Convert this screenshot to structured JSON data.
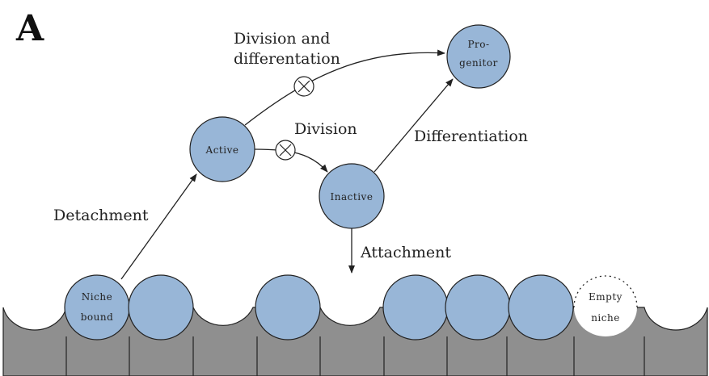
{
  "panel_label": "A",
  "colors": {
    "cell_fill": "#98b6d7",
    "niche_fill": "#8f8f8f",
    "stroke": "#222222"
  },
  "nodes": {
    "niche_bound": {
      "line1": "Niche",
      "line2": "bound"
    },
    "active": {
      "label": "Active"
    },
    "inactive": {
      "label": "Inactive"
    },
    "progenitor": {
      "line1": "Pro-",
      "line2": "genitor"
    },
    "empty_niche": {
      "line1": "Empty",
      "line2": "niche"
    }
  },
  "edges": {
    "detachment": "Detachment",
    "division_and_differentiation": {
      "line1": "Division and",
      "line2": "differentation"
    },
    "division": "Division",
    "differentiation": "Differentiation",
    "attachment": "Attachment"
  },
  "niche_row": {
    "occupied_count": 6,
    "empty_count": 1
  }
}
